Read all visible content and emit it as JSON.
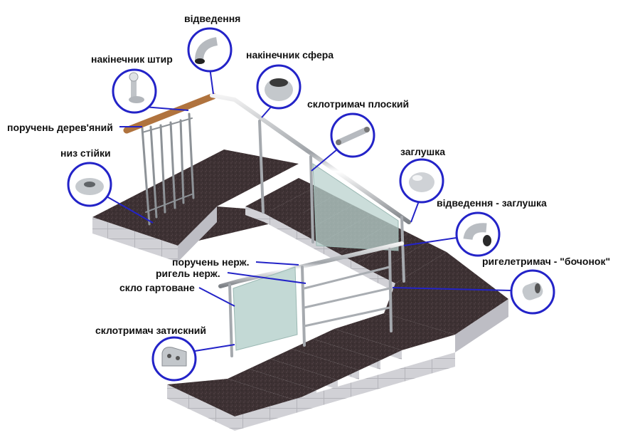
{
  "labels": {
    "vidvedennia": "відведення",
    "nakinechnyk_shtyr": "накінечник штир",
    "nakinechnyk_sfera": "накінечник сфера",
    "sklotrymach_ploskyi": "склотримач плоский",
    "poruchen_derev": "поручень дерев'яний",
    "nyz_stiiky": "низ стійки",
    "zahlushka": "заглушка",
    "vidvedennia_zahlushka": "відведення - заглушка",
    "poruchen_nerzh": "поручень нерж.",
    "ryhel_nerzh": "ригель нерж.",
    "sklo": "скло гартоване",
    "ryheletrymach": "ригелетримач - \"бочонок\"",
    "sklotrymach_zatysknyi": "склотримач затискний"
  },
  "colors": {
    "pointer": "#2323c8",
    "granite": "#3d3133",
    "tile": "#cfcfd4",
    "steel": "#9ea4aa",
    "glass": "#b9d2ce",
    "wood": "#b0733e"
  }
}
